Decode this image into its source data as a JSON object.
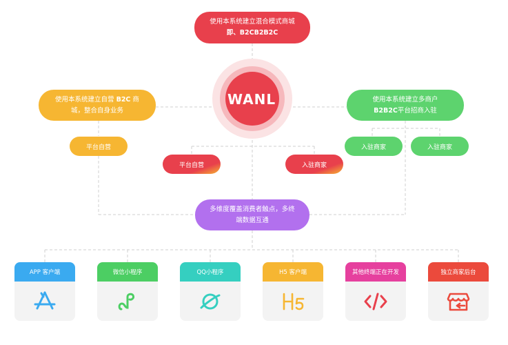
{
  "top_box": {
    "line1": "使用本系统建立混合模式商城",
    "line2": "即、B2CB2B2C"
  },
  "logo": {
    "text": "WANL"
  },
  "left_box": {
    "line1a": "使用本系统建立自营 ",
    "line1b": "B2C",
    "line1c": " 商",
    "line2": "城，整合自身业务"
  },
  "right_box": {
    "line1": "使用本系统建立多商户",
    "line2a": "B2B2C",
    "line2b": "平台招商入驻"
  },
  "left_sub": {
    "label": "平台自营"
  },
  "right_subs": [
    {
      "label": "入驻商家"
    },
    {
      "label": "入驻商家"
    }
  ],
  "center_left": {
    "label": "平台自营"
  },
  "center_right": {
    "label": "入驻商家"
  },
  "middle_box": {
    "line1": "多维度覆盖消费者触点，多终",
    "line2": "端数据互通"
  },
  "cards": [
    {
      "title": "APP 客户端",
      "color": "#3aaaf0",
      "icon": "app-store-icon"
    },
    {
      "title": "微信小程序",
      "color": "#4cce63",
      "icon": "mini-program-icon"
    },
    {
      "title": "QQ小程序",
      "color": "#35cfc0",
      "icon": "planet-icon"
    },
    {
      "title": "H5 客户端",
      "color": "#f6b632",
      "icon": "h5-icon"
    },
    {
      "title": "其他终端正在开发",
      "color": "#e6409e",
      "icon": "code-icon"
    },
    {
      "title": "独立商家后台",
      "color": "#eb4a3c",
      "icon": "store-icon"
    }
  ],
  "colors": {
    "red": "#e8404c",
    "orange": "#f6b632",
    "green": "#5dd36e",
    "purple": "#b270ee",
    "line": "#cccccc"
  }
}
